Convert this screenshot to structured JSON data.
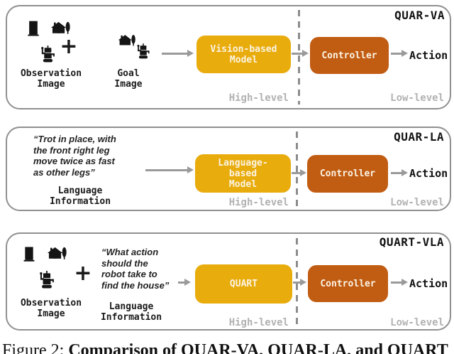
{
  "colors": {
    "model_box_fill": "#E9AC0D",
    "controller_box_fill": "#C15C13",
    "box_text": "#FBF4E4",
    "panel_border": "#909090",
    "muted_text": "#B2B2B2",
    "arrow": "#9A9A9A",
    "text": "#111111"
  },
  "icons": {
    "building-icon": "black office-building silhouette",
    "house-tree-icon": "black house with tree silhouette",
    "robot-icon": "black toy-robot silhouette",
    "plus-sign": "+",
    "arrow-right-icon": "gray right arrow"
  },
  "panels": [
    {
      "title": "QUAR-VA",
      "observation_label": "Observation\nImage",
      "goal_label": "Goal\nImage",
      "plus": "+",
      "model_label": "Vision-based\nModel",
      "controller_label": "Controller",
      "action_label": "Action",
      "high_level_label": "High-level",
      "low_level_label": "Low-level"
    },
    {
      "title": "QUAR-LA",
      "quote": "“Trot in place, with\nthe front right leg\nmove twice as fast\nas other legs”",
      "language_label": "Language\nInformation",
      "model_label": "Language-\nbased\nModel",
      "controller_label": "Controller",
      "action_label": "Action",
      "high_level_label": "High-level",
      "low_level_label": "Low-level"
    },
    {
      "title": "QUART-VLA",
      "observation_label": "Observation\nImage",
      "plus": "+",
      "quote": "“What action\nshould the\nrobot take to\nfind the house”",
      "language_label": "Language\nInformation",
      "model_label": "QUART",
      "controller_label": "Controller",
      "action_label": "Action",
      "high_level_label": "High-level",
      "low_level_label": "Low-level"
    }
  ],
  "caption": {
    "prefix": "Figure 2: ",
    "bold_text": "Comparison of QUAR-VA, QUAR-LA, and QUART"
  }
}
